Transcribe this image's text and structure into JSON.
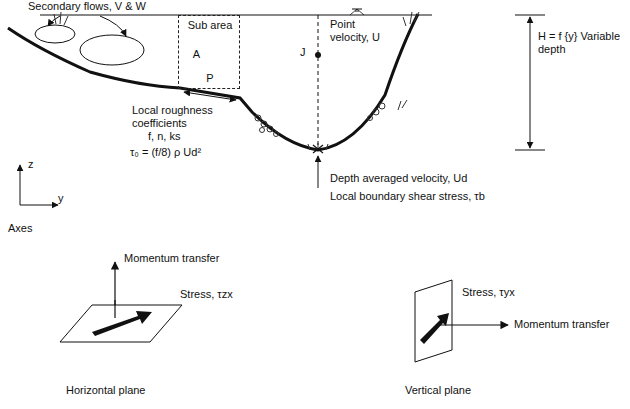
{
  "diagram": {
    "nodes": [
      {
        "text": [
          "Sub area",
          "A",
          "P"
        ]
      }
    ],
    "labels": [
      "Secondary flows, V & W",
      "J",
      "Point velocity, U",
      "H = f {y} Variable depth",
      "Local roughness coefficients",
      "f, n, ks",
      "τ₀ = (f/8) ρ Ud²",
      "z",
      "y",
      "Axes",
      "Depth averaged velocity, Ud",
      "Local boundary shear stress, τb",
      "Momentum transfer",
      "Stress, τzx",
      "Horizontal plane",
      "Stress, τyx",
      "Momentum transfer",
      "Vertical plane"
    ]
  }
}
